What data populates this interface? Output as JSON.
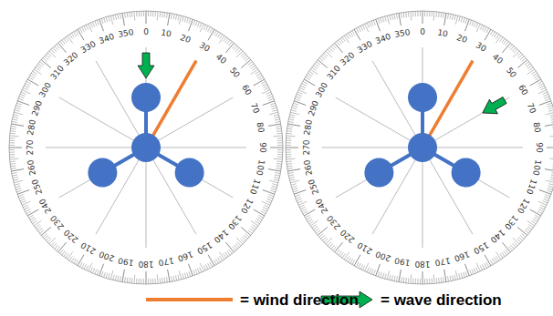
{
  "diagram": {
    "labels": [
      "0",
      "10",
      "20",
      "30",
      "40",
      "50",
      "60",
      "70",
      "80",
      "90",
      "100",
      "110",
      "120",
      "130",
      "140",
      "150",
      "160",
      "170",
      "180",
      "190",
      "200",
      "210",
      "220",
      "230",
      "240",
      "250",
      "260",
      "270",
      "280",
      "290",
      "300",
      "310",
      "320",
      "330",
      "340",
      "350",
      "0",
      "10",
      "20",
      "30",
      "40",
      "50",
      "60",
      "70",
      "80",
      "90",
      "100",
      "110",
      "120",
      "130",
      "140",
      "150",
      "160",
      "170",
      "180",
      "190",
      "200",
      "210",
      "220",
      "230",
      "240",
      "250",
      "260",
      "270",
      "280",
      "290",
      "300",
      "310",
      "320",
      "330",
      "340",
      "350"
    ],
    "legend": [
      {
        "text": "= wind direction"
      },
      {
        "text": "= wave direction"
      }
    ]
  }
}
